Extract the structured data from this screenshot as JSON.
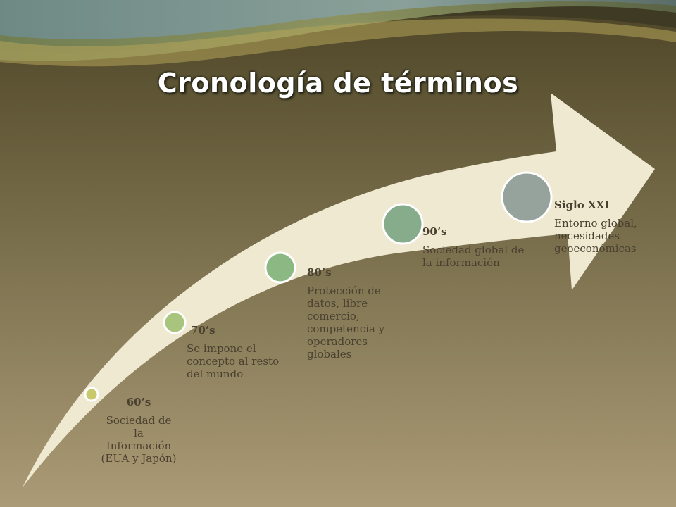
{
  "title": "Cronología de términos",
  "milestones": [
    {
      "era": "60’s",
      "description": "Sociedad de la Información (EUA y Japón)"
    },
    {
      "era": "70’s",
      "description": "Se impone el concepto al resto del mundo"
    },
    {
      "era": "80’s",
      "description": "Protección de datos, libre comercio, competencia y operadores globales"
    },
    {
      "era": "90’s",
      "description": "Sociedad global de la información"
    },
    {
      "era": "Siglo XXI",
      "description": "Entorno global, necesidades geoeconómicas"
    }
  ],
  "colors": {
    "arrow": "#efe9d2",
    "background_top": "#5a5232",
    "background_bottom": "#a89872",
    "dot_60s": "#c7c96a",
    "dot_70s": "#a9c47c",
    "dot_80s": "#8cb884",
    "dot_90s": "#86ac8c",
    "dot_xxi": "#96a29c"
  }
}
